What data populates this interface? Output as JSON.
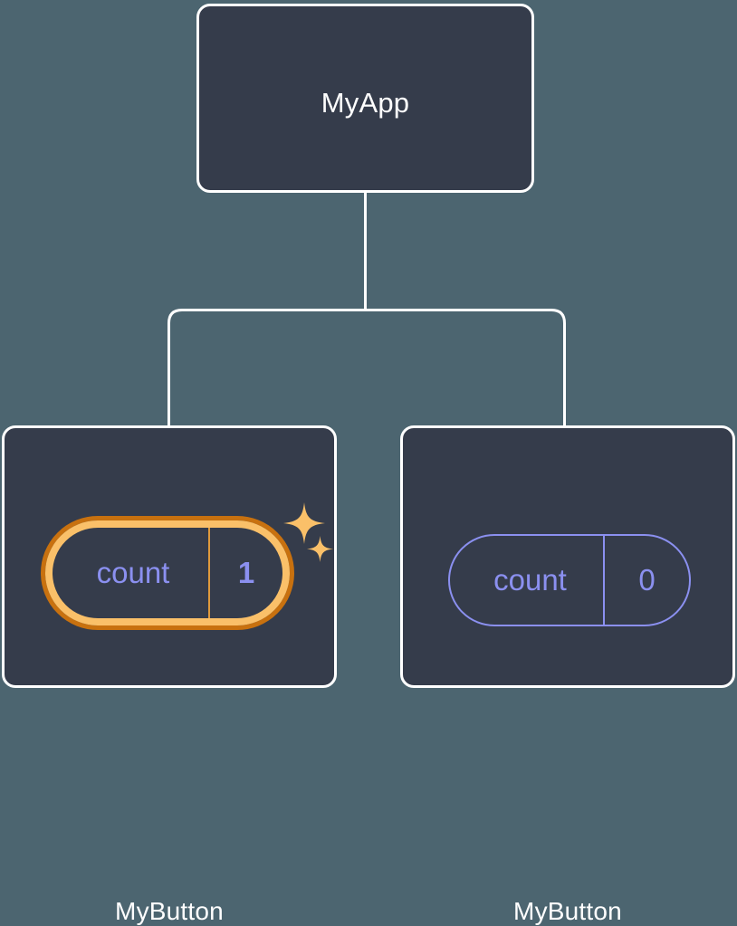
{
  "diagram": {
    "type": "component-tree",
    "background_color": "#4c6570",
    "node_fill_color": "#353c4b",
    "node_border_color": "#ffffff",
    "connector_color": "#ffffff",
    "accent_purple": "#8b90f0",
    "highlight_outer_orange": "#c8710f",
    "highlight_inner_orange": "#fac069",
    "highlight_divider_orange": "#e09a3c",
    "sparkle_color": "#fac069"
  },
  "root": {
    "label": "MyApp"
  },
  "children": [
    {
      "label": "MyButton",
      "state": {
        "name": "count",
        "value": "1"
      },
      "highlighted": true,
      "sparkles": [
        "sparkle-large",
        "sparkle-small"
      ]
    },
    {
      "label": "MyButton",
      "state": {
        "name": "count",
        "value": "0"
      },
      "highlighted": false,
      "sparkles": []
    }
  ]
}
